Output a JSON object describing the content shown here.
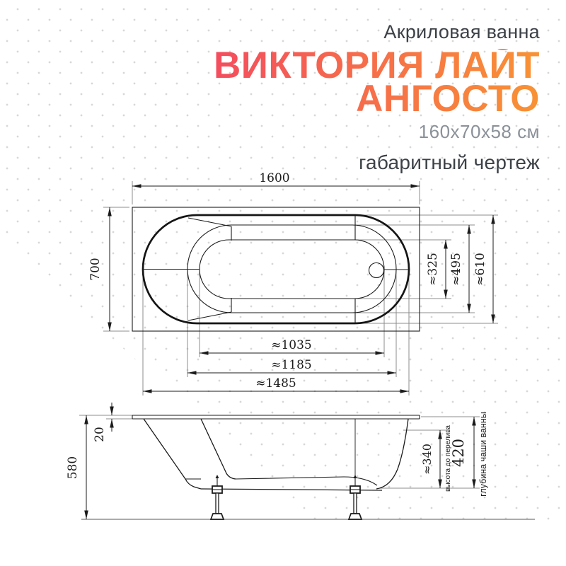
{
  "header": {
    "subtitle": "Акриловая ванна",
    "title_line1": "ВИКТОРИЯ ЛАЙТ",
    "title_line2": "АНГОСТО",
    "dimensions_text": "160х70х58 см",
    "caption": "габаритный чертеж"
  },
  "colors": {
    "accent_gradient_start": "#f44d5e",
    "accent_gradient_end": "#f89234",
    "text_dark": "#3c4147",
    "text_gray": "#8b9199",
    "drawing_line": "#1b1b1b",
    "extension_line": "#8c8c8c",
    "dot_pattern": "#d7d7d7"
  },
  "top_view": {
    "length": "1600",
    "width": "700",
    "bowl_width_drain_end": "≈325",
    "rim_inner_width": "≈495",
    "rim_outer_width": "≈610",
    "bowl_bottom_length": "≈1035",
    "rim_inner_length": "≈1185",
    "rim_outer_length": "≈1485"
  },
  "side_view": {
    "total_height": "580",
    "rim_thickness": "20",
    "overflow_height": "≈340",
    "bowl_depth": "420",
    "overflow_label": "высота до перелива",
    "depth_label": "глубина чаши ванны"
  }
}
